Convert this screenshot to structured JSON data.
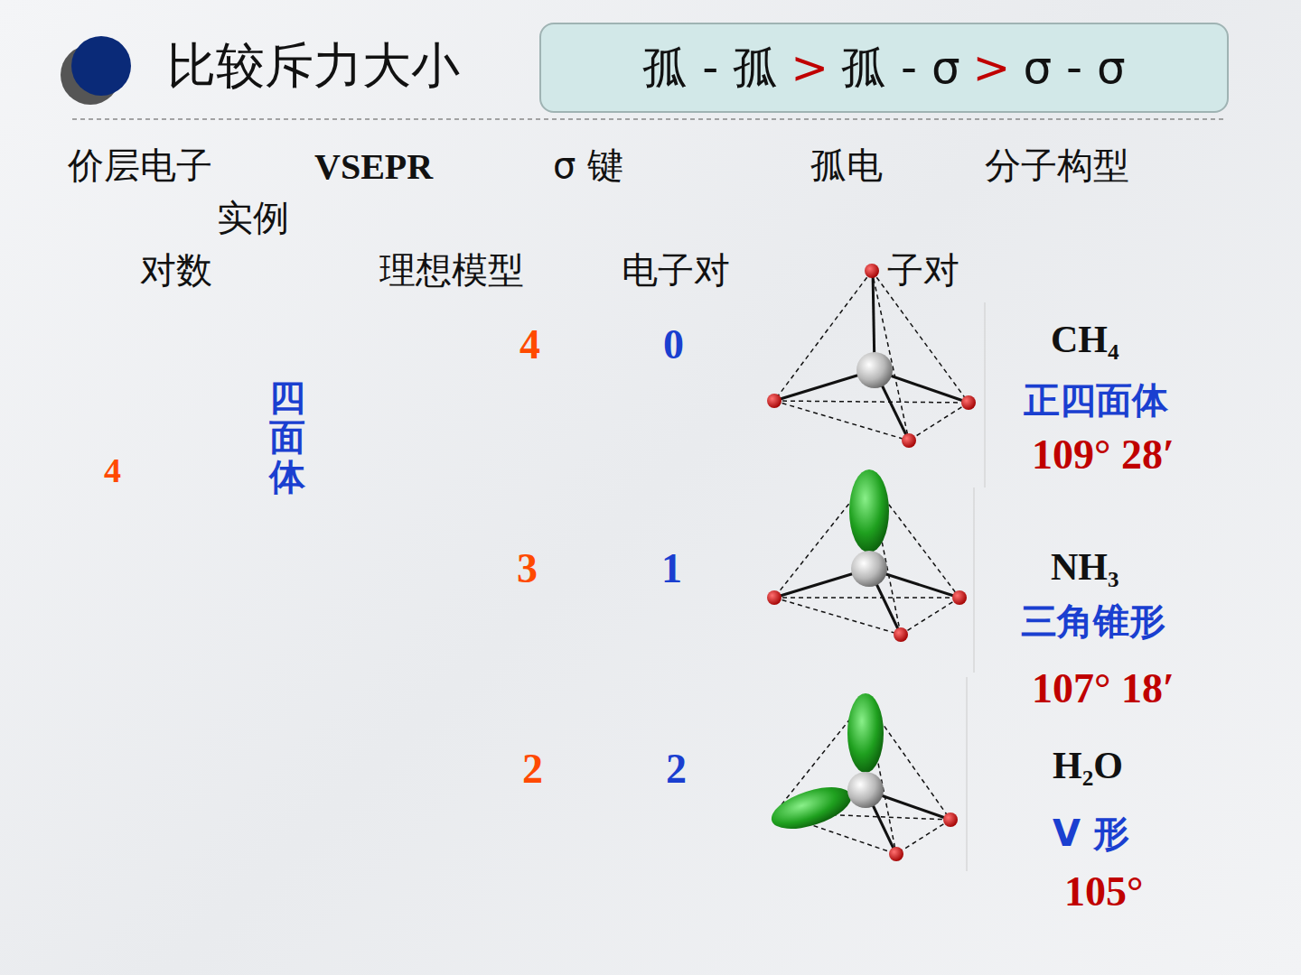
{
  "diagram": {
    "title": "比较斥力大小",
    "nodes": [
      {
        "text": [
          "孤 - 孤",
          ">",
          "孤 - σ",
          ">",
          "σ - σ"
        ]
      }
    ],
    "labels": [
      "价层电子",
      "VSEPR",
      "σ 键",
      "孤电",
      "分子构型",
      "实例",
      "对数",
      "理想模型",
      "电子对",
      "子对",
      "4",
      "0",
      "CH₄",
      "正四面体",
      "109° 28′",
      "四面体",
      "4",
      "3",
      "1",
      "NH₃",
      "三角锥形",
      "107° 18′",
      "2",
      "2",
      "H₂O",
      "V 形",
      "105°"
    ]
  }
}
